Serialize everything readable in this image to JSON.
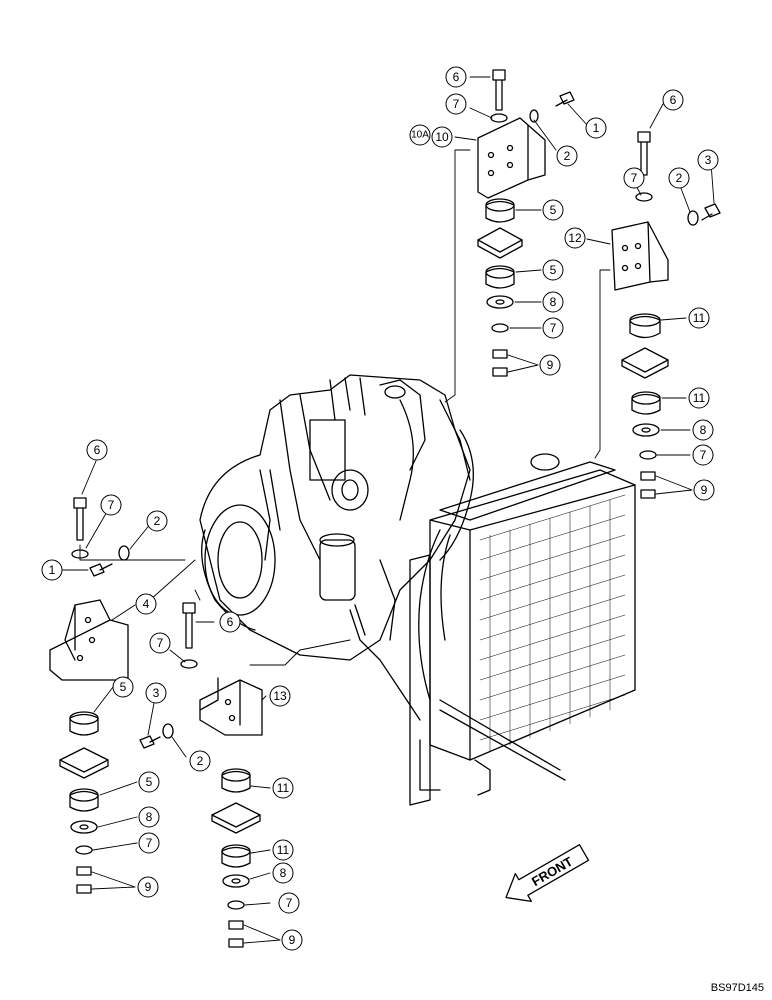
{
  "diagram": {
    "drawing_code": "BS97D145",
    "front_label": "FRONT",
    "callouts": [
      {
        "id": "c1",
        "text": "6"
      },
      {
        "id": "c2",
        "text": "7"
      },
      {
        "id": "c3",
        "text": "1"
      },
      {
        "id": "c4",
        "text": "10A"
      },
      {
        "id": "c5",
        "text": "10"
      },
      {
        "id": "c6",
        "text": "2"
      },
      {
        "id": "c7",
        "text": "5"
      },
      {
        "id": "c8",
        "text": "5"
      },
      {
        "id": "c9",
        "text": "8"
      },
      {
        "id": "c10",
        "text": "7"
      },
      {
        "id": "c11",
        "text": "9"
      },
      {
        "id": "c12",
        "text": "6"
      },
      {
        "id": "c13",
        "text": "7"
      },
      {
        "id": "c14",
        "text": "2"
      },
      {
        "id": "c15",
        "text": "3"
      },
      {
        "id": "c16",
        "text": "12"
      },
      {
        "id": "c17",
        "text": "11"
      },
      {
        "id": "c18",
        "text": "11"
      },
      {
        "id": "c19",
        "text": "8"
      },
      {
        "id": "c20",
        "text": "7"
      },
      {
        "id": "c21",
        "text": "9"
      },
      {
        "id": "c22",
        "text": "6"
      },
      {
        "id": "c23",
        "text": "7"
      },
      {
        "id": "c24",
        "text": "2"
      },
      {
        "id": "c25",
        "text": "1"
      },
      {
        "id": "c26",
        "text": "4"
      },
      {
        "id": "c27",
        "text": "5"
      },
      {
        "id": "c28",
        "text": "5"
      },
      {
        "id": "c29",
        "text": "8"
      },
      {
        "id": "c30",
        "text": "7"
      },
      {
        "id": "c31",
        "text": "9"
      },
      {
        "id": "c32",
        "text": "6"
      },
      {
        "id": "c33",
        "text": "7"
      },
      {
        "id": "c34",
        "text": "13"
      },
      {
        "id": "c35",
        "text": "3"
      },
      {
        "id": "c36",
        "text": "2"
      },
      {
        "id": "c37",
        "text": "11"
      },
      {
        "id": "c38",
        "text": "11"
      },
      {
        "id": "c39",
        "text": "8"
      },
      {
        "id": "c40",
        "text": "7"
      },
      {
        "id": "c41",
        "text": "9"
      }
    ]
  }
}
